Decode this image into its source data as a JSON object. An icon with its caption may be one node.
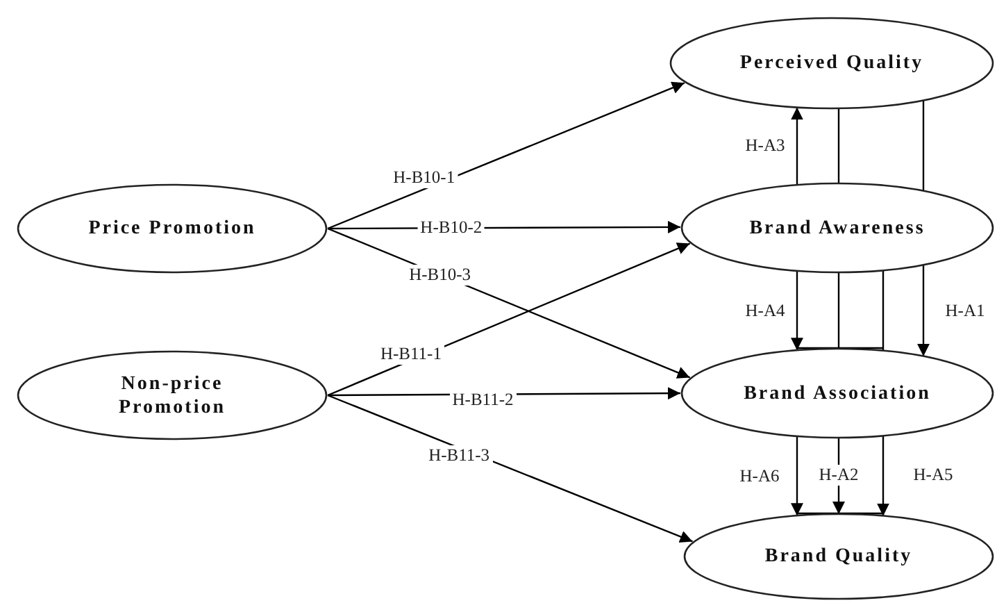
{
  "diagram": {
    "nodes": [
      {
        "text": [
          "Perceived Quality"
        ]
      },
      {
        "text": [
          "Brand Awareness"
        ]
      },
      {
        "text": [
          "Brand Association"
        ]
      },
      {
        "text": [
          "Brand Quality"
        ]
      },
      {
        "text": [
          "Price Promotion"
        ]
      },
      {
        "text": [
          "Non-price Promotion"
        ]
      }
    ],
    "edges": [
      {
        "from": 4,
        "to": 0,
        "arrow": "to",
        "label": "H-B10-1"
      },
      {
        "from": 4,
        "to": 1,
        "arrow": "to",
        "label": "H-B10-2"
      },
      {
        "from": 4,
        "to": 2,
        "arrow": "to",
        "label": "H-B10-3"
      },
      {
        "from": 5,
        "to": 1,
        "arrow": "to",
        "label": "H-B11-1"
      },
      {
        "from": 5,
        "to": 2,
        "arrow": "to",
        "label": "H-B11-2"
      },
      {
        "from": 5,
        "to": 3,
        "arrow": "to",
        "label": "H-B11-3"
      },
      {
        "from": 1,
        "to": 0,
        "arrow": "to",
        "label": "H-A3"
      },
      {
        "from": 0,
        "to": 1,
        "arrow": "none"
      },
      {
        "from": 0,
        "to": 1,
        "arrow": "none"
      },
      {
        "from": 1,
        "to": 2,
        "arrow": "to",
        "label": "H-A4"
      },
      {
        "from": 1,
        "to": 2,
        "arrow": "none"
      },
      {
        "from": 1,
        "to": 2,
        "arrow": "none"
      },
      {
        "from": 1,
        "to": 2,
        "arrow": "to",
        "label": "H-A1"
      },
      {
        "from": 2,
        "to": 3,
        "arrow": "to",
        "label": "H-A6"
      },
      {
        "from": 2,
        "to": 3,
        "arrow": "to",
        "label": "H-A2"
      },
      {
        "from": 2,
        "to": 3,
        "arrow": "to",
        "label": "H-A5"
      }
    ]
  }
}
